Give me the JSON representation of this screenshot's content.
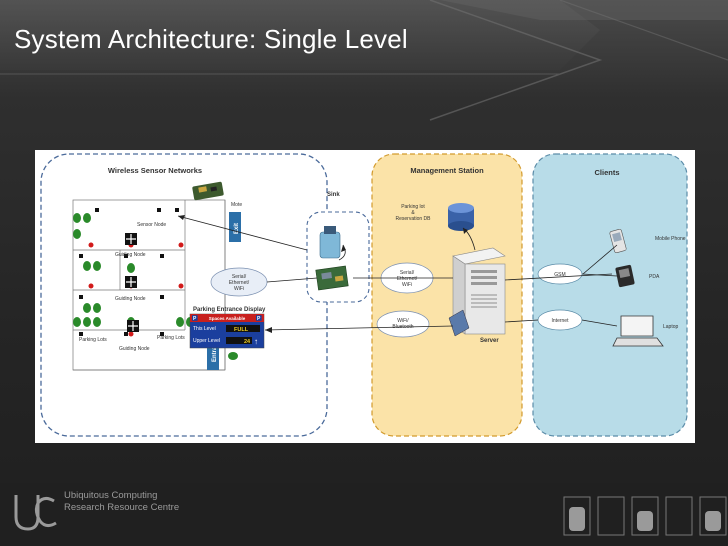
{
  "slide": {
    "title": "System Architecture: Single Level"
  },
  "footer": {
    "org_line1": "Ubiquitous Computing",
    "org_line2": "Research Resource Centre"
  },
  "diagram": {
    "regions": {
      "wsn": "Wireless Sensor Networks",
      "management": "Management Station",
      "clients": "Clients"
    },
    "labels": {
      "mote": "Mote",
      "sensor_node": "Sensor Node",
      "guiding_node_1": "Guiding Node",
      "guiding_node_2": "Guiding Node",
      "guiding_node_3": "Guiding Node",
      "parking_lots_left": "Parking Lots",
      "parking_lots_right": "Parking Lots",
      "exit": "Exit",
      "entrance": "Entrance",
      "sink": "Sink",
      "serial_wifi_left": [
        "Serial/",
        "Ethernet/",
        "WiFi"
      ],
      "serial_wifi_mid": [
        "Serial/",
        "Ethernet/",
        "WiFi"
      ],
      "wifi_bluetooth": [
        "WiFi/",
        "Bluetooth"
      ],
      "parking_db": [
        "Parking lot",
        "&",
        "Reservation DB"
      ],
      "server": "Server",
      "gsm": "GSM",
      "internet": "Internet",
      "mobile_phone": "Mobile Phone",
      "pda": "PDA",
      "laptop": "Laptop"
    },
    "display": {
      "title": "Parking Entrance Display",
      "header": "Spaces Available",
      "row1_label": "This Level",
      "row1_value": "FULL",
      "row2_label": "Upper Level",
      "row2_value": "24",
      "p_glyph": "P",
      "arrow_glyph": "↑"
    },
    "colors": {
      "wsn_border": "#4a6a9a",
      "management_fill": "#fbe3a8",
      "management_border": "#d29a2c",
      "clients_fill": "#b8dce8",
      "clients_border": "#5b8ca8",
      "display_blue": "#1b3f9e",
      "display_red": "#c8201e"
    }
  }
}
